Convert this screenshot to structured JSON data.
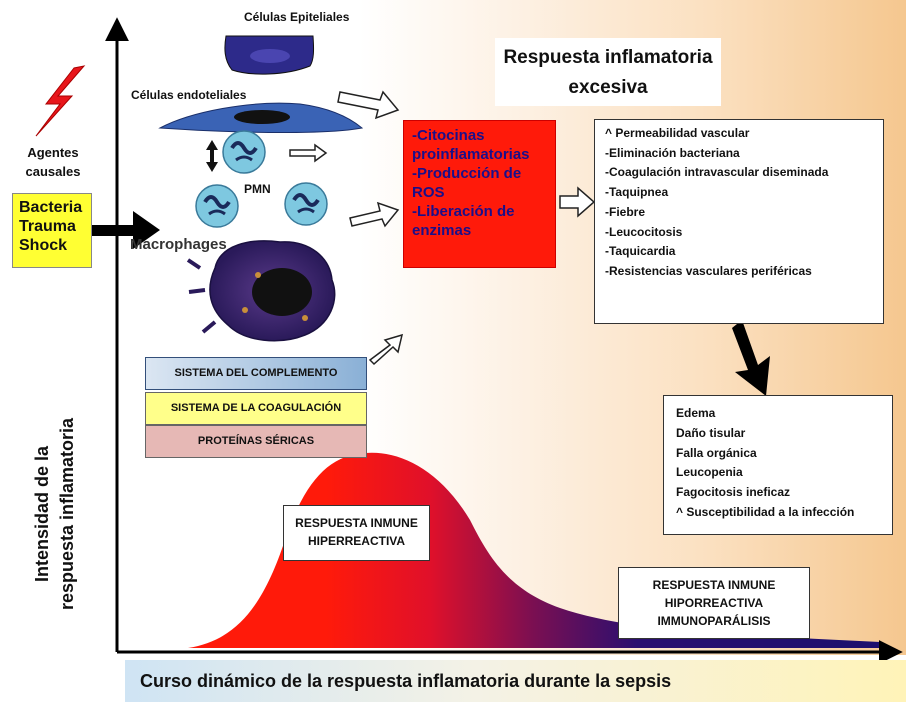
{
  "labels": {
    "epithelial": "Células Epiteliales",
    "endothelial": "Células endoteliales",
    "pmn": "PMN",
    "macrophages": "Macrophages",
    "agents_line1": "Agentes",
    "agents_line2": "causales"
  },
  "causal_agents": [
    "Bacteria",
    "Trauma",
    "Shock"
  ],
  "title_line1": "Respuesta inflamatoria",
  "title_line2": "excesiva",
  "mediators": [
    "-Citocinas proinflamatorias",
    "-Producción de ROS",
    "-Liberación de enzimas"
  ],
  "effects": [
    "^ Permeabilidad vascular",
    "-Eliminación bacteriana",
    "-Coagulación intravascular diseminada",
    "-Taquipnea",
    "-Fiebre",
    "-Leucocitosis",
    "-Taquicardia",
    "-Resistencias vasculares periféricas"
  ],
  "outcomes": [
    "Edema",
    "Daño tisular",
    "Falla orgánica",
    "Leucopenia",
    "Fagocitosis ineficaz",
    "^ Susceptibilidad a la infección"
  ],
  "systems": {
    "complement": "SISTEMA DEL COMPLEMENTO",
    "coagulation": "SISTEMA DE LA COAGULACIÓN",
    "serum_proteins": "PROTEÍNAS SÉRICAS"
  },
  "hyper_response": [
    "RESPUESTA INMUNE",
    "HIPERREACTIVA"
  ],
  "hypo_response": [
    "RESPUESTA INMUNE",
    "HIPORREACTIVA",
    "IMMUNOPARÁLISIS"
  ],
  "y_axis": [
    "Intensidad de la",
    "respuesta inflamatoria"
  ],
  "x_axis": "Curso dinámico de la respuesta inflamatoria durante la sepsis",
  "colors": {
    "mediator_box": "#ff1a0a",
    "mediator_text": "#1a0f8a",
    "curve_peak": "#ff1a0a",
    "curve_tail": "#1c0f6e",
    "causal_box": "#ffff33",
    "lightning": "#e8161b"
  },
  "icons": {
    "lightning": "lightning-icon",
    "epithelial_cell": "epithelial-cell-icon",
    "endothelial_cell": "endothelial-cell-icon",
    "neutrophil": "neutrophil-icon",
    "macrophage": "macrophage-icon"
  }
}
